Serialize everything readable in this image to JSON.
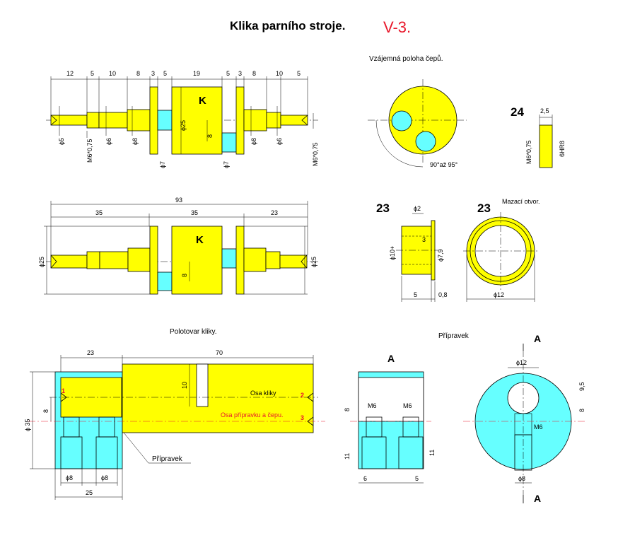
{
  "title": "Klika parního stroje.",
  "variant": "V-3.",
  "view_top": {
    "dims_top": [
      "12",
      "5",
      "10",
      "8",
      "3",
      "5",
      "19",
      "5",
      "3",
      "8",
      "10",
      "5"
    ],
    "dims_bottom": [
      "ϕ5",
      "M6*0,75",
      "ϕ6",
      "ϕ8",
      "ϕ7",
      "ϕ25",
      "8",
      "ϕ7",
      "ϕ8",
      "ϕ6",
      "M6*0,75"
    ],
    "marker": "K"
  },
  "view_side": {
    "overall": "93",
    "segments": [
      "35",
      "35",
      "23"
    ],
    "left_dia": "ϕ25",
    "right_dia": "ϕ25",
    "offset": "8",
    "marker": "K"
  },
  "pin_view": {
    "title": "Vzájemná poloha čepů.",
    "angle": "90°až 95°"
  },
  "part24": {
    "number": "24",
    "width": "2,5",
    "thread": "M6*0,75",
    "fit": "6HR8"
  },
  "part23_section": {
    "number": "23",
    "dia_small": "ϕ2",
    "dia_out": "ϕ10+",
    "dia_in": "ϕ7,9",
    "depth": "3",
    "len": "5",
    "flange": "0,8"
  },
  "part23_front": {
    "number": "23",
    "hole_label": "Mazací otvor.",
    "dia": "ϕ12"
  },
  "blank": {
    "title": "Polotovar kliky.",
    "w_left": "23",
    "w_right": "70",
    "slot": "10",
    "left_h": "8",
    "dia": "ϕ 35",
    "axis_crank": "Osa kliky",
    "axis_jig": "Osa přípravku a čepu.",
    "n1": "1",
    "n2": "2",
    "n3": "3",
    "jig_label": "Přípravek",
    "d8a": "ϕ8",
    "d8b": "ϕ8",
    "base": "25"
  },
  "jig": {
    "title": "Přípravek",
    "view_a": "A",
    "m6a": "M6",
    "m6b": "M6",
    "h8": "8",
    "h11a": "11",
    "h11b": "11",
    "w6": "6",
    "w5": "5",
    "d12": "ϕ12",
    "d95": "9,5",
    "d8": "8",
    "m6c": "M6",
    "d8b": "ϕ8",
    "section_a": "A"
  }
}
